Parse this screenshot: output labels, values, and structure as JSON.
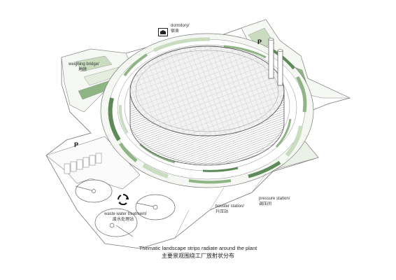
{
  "labels": {
    "dormitory": {
      "en": "dormitory/",
      "cn": "宿舍"
    },
    "weighing_bridge": {
      "en": "weighing bridge/",
      "cn": "地磅"
    },
    "pressure_station": {
      "en": "pressure station/",
      "cn": "调压间"
    },
    "booster_station": {
      "en": "booster station/",
      "cn": "升压站"
    },
    "waste_water_treatment": {
      "en": "waste water treatment/",
      "cn": "废水处理站"
    }
  },
  "parking": [
    "P",
    "P"
  ],
  "caption": {
    "en": "Thematic landscape strips radiate around the plant",
    "cn": "主要景观围绕工厂放射状分布"
  },
  "colors": {
    "dark_green": "#5e8a5a",
    "mid_green": "#8fb585",
    "light_green": "#c9dcc0",
    "pale_green": "#e4eedf",
    "line": "#6f6f6f"
  },
  "icons": [
    "dormitory-icon",
    "recycle-icon"
  ]
}
